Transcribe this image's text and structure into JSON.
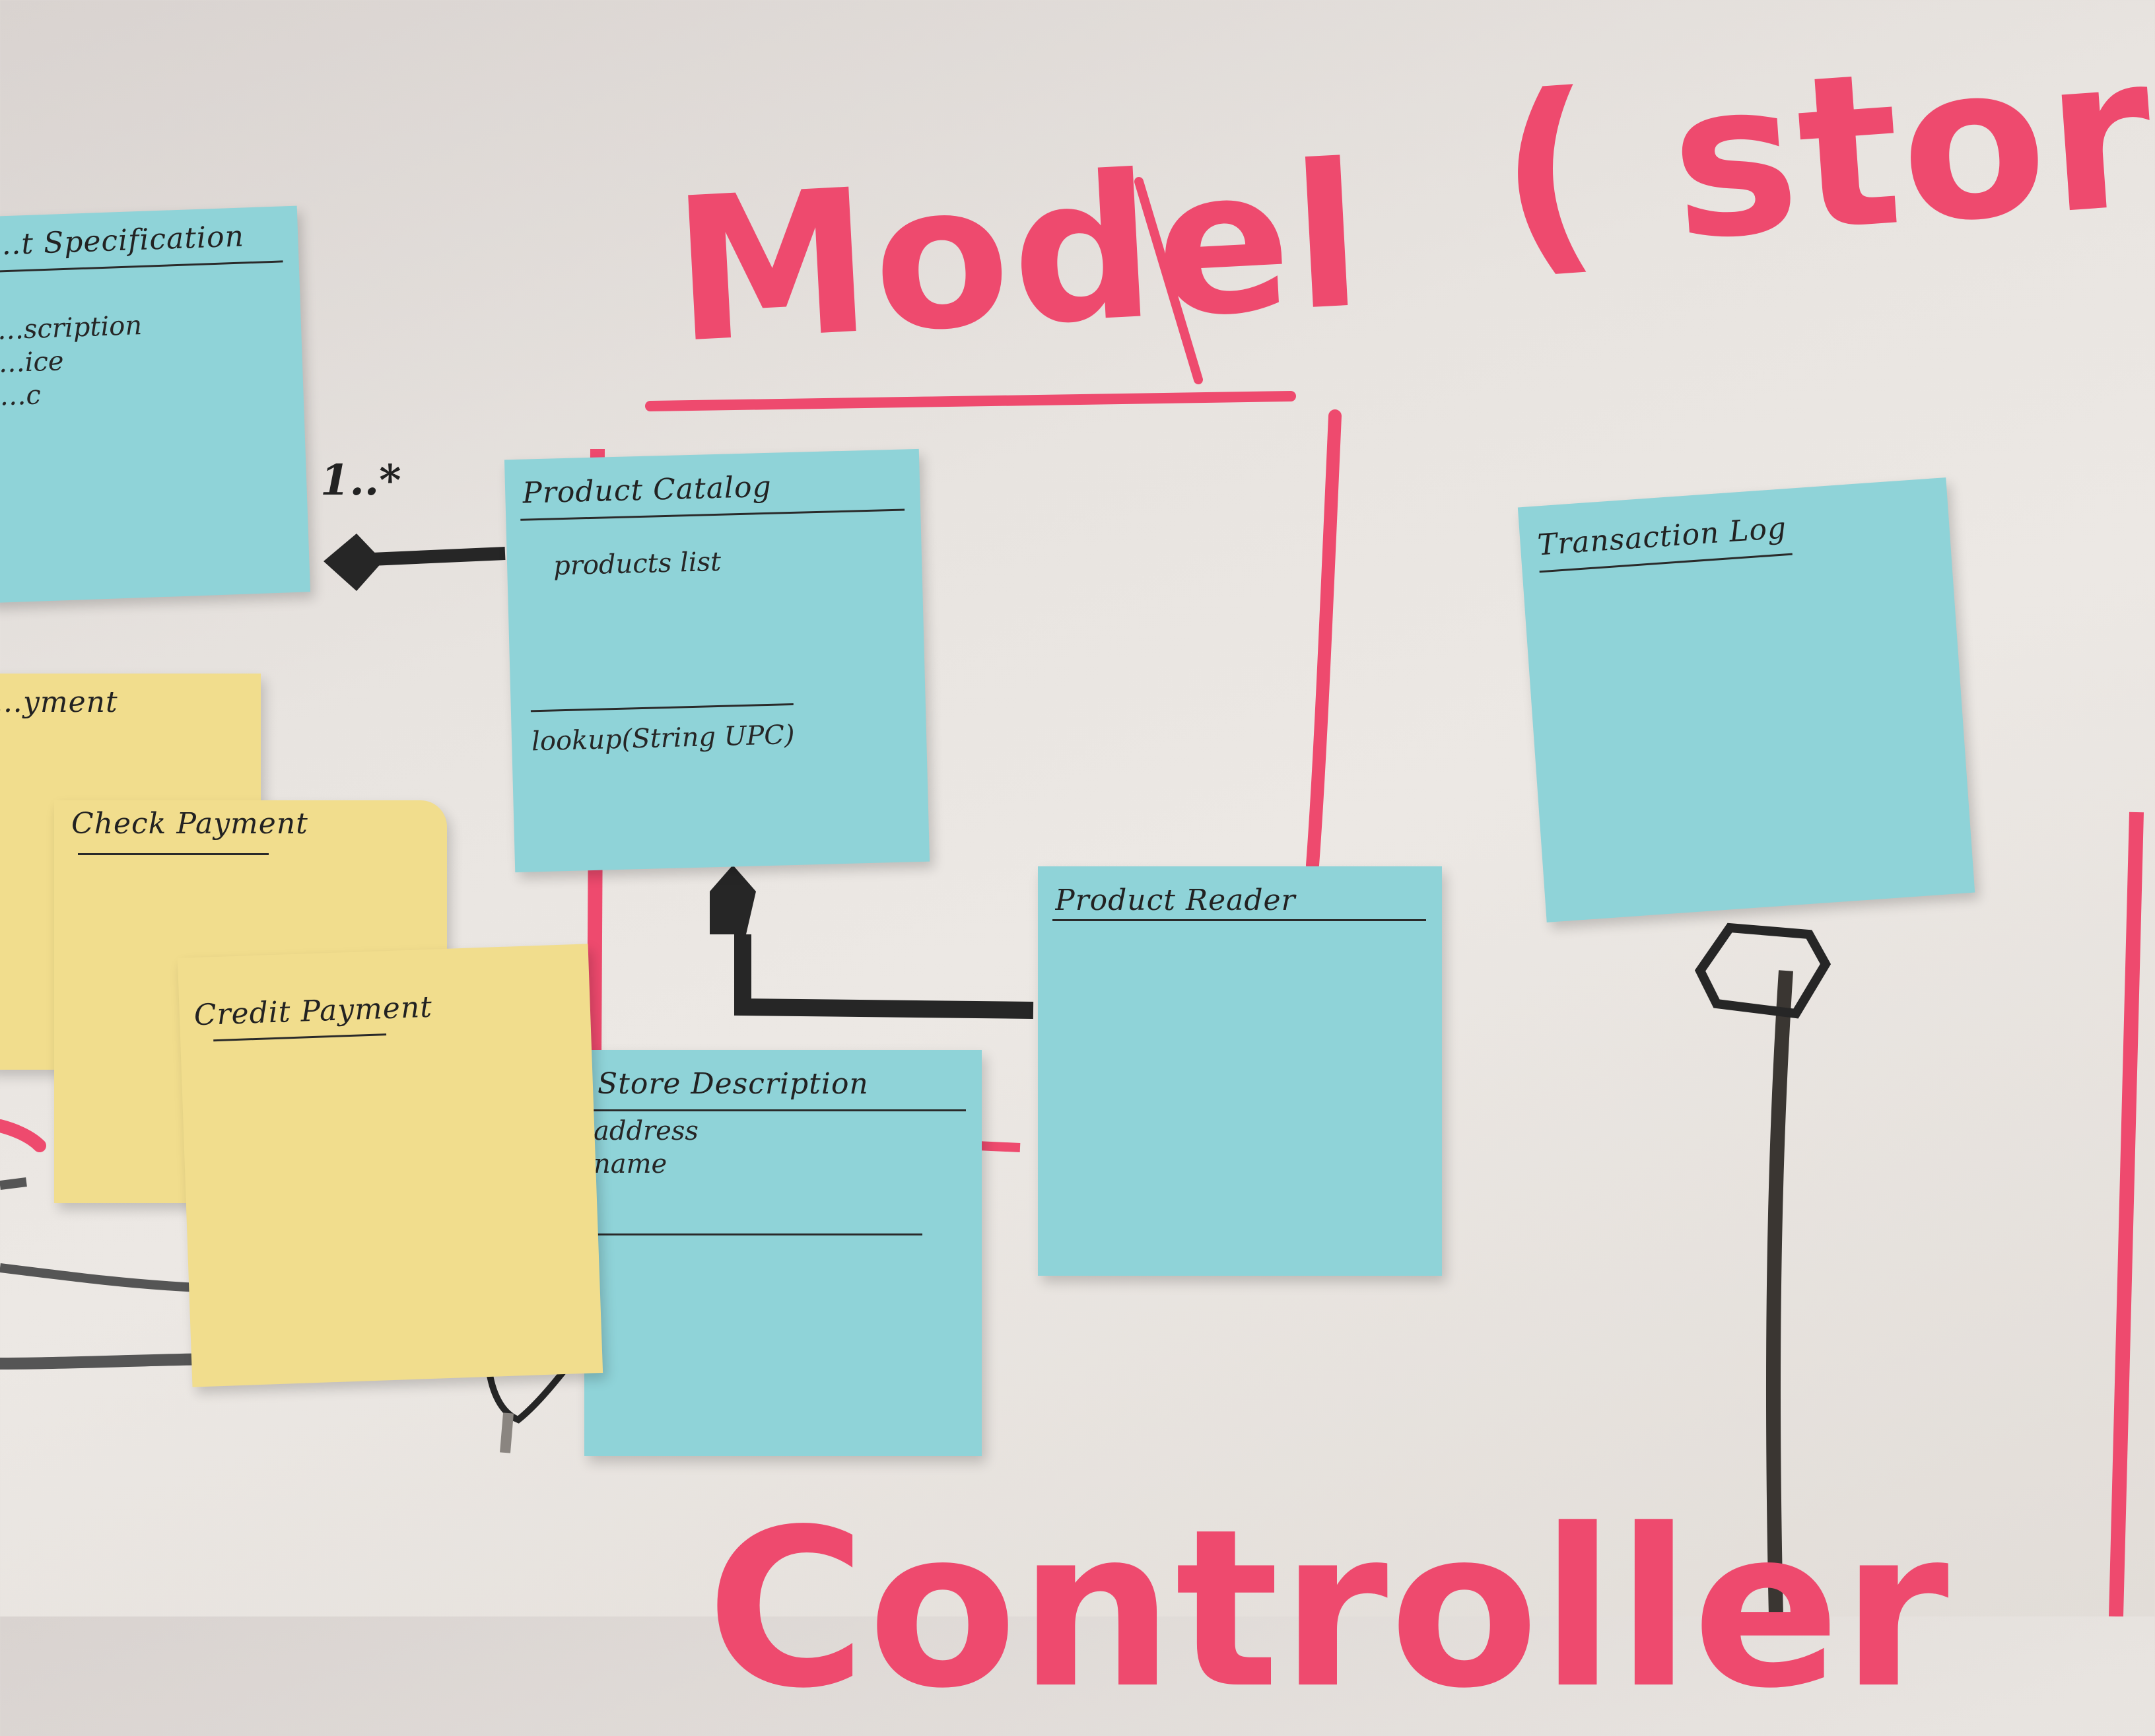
{
  "board": {
    "heading_model": "Model",
    "heading_store": "( store",
    "heading_controller": "Controller",
    "multiplicity": "1..*"
  },
  "notes": {
    "product_specification": {
      "title": "…t Specification",
      "lines": [
        "…scription",
        "…ice",
        "…c"
      ]
    },
    "product_catalog": {
      "title": "Product Catalog",
      "attribute": "products list",
      "operation": "lookup(String UPC)"
    },
    "transaction_log": {
      "title": "Transaction Log"
    },
    "product_reader": {
      "title": "Product Reader"
    },
    "store_description": {
      "title": "Store Description",
      "lines": [
        "address",
        "name"
      ]
    },
    "payment": {
      "title": "…yment"
    },
    "check_payment": {
      "title": "Check Payment"
    },
    "credit_payment": {
      "title": "Credit Payment"
    }
  },
  "colors": {
    "marker_red": "#ee4a6e",
    "marker_black": "#262626",
    "note_blue": "#8fd3d8",
    "note_yellow": "#f1dd8d",
    "board_white": "#e8e4e0"
  }
}
